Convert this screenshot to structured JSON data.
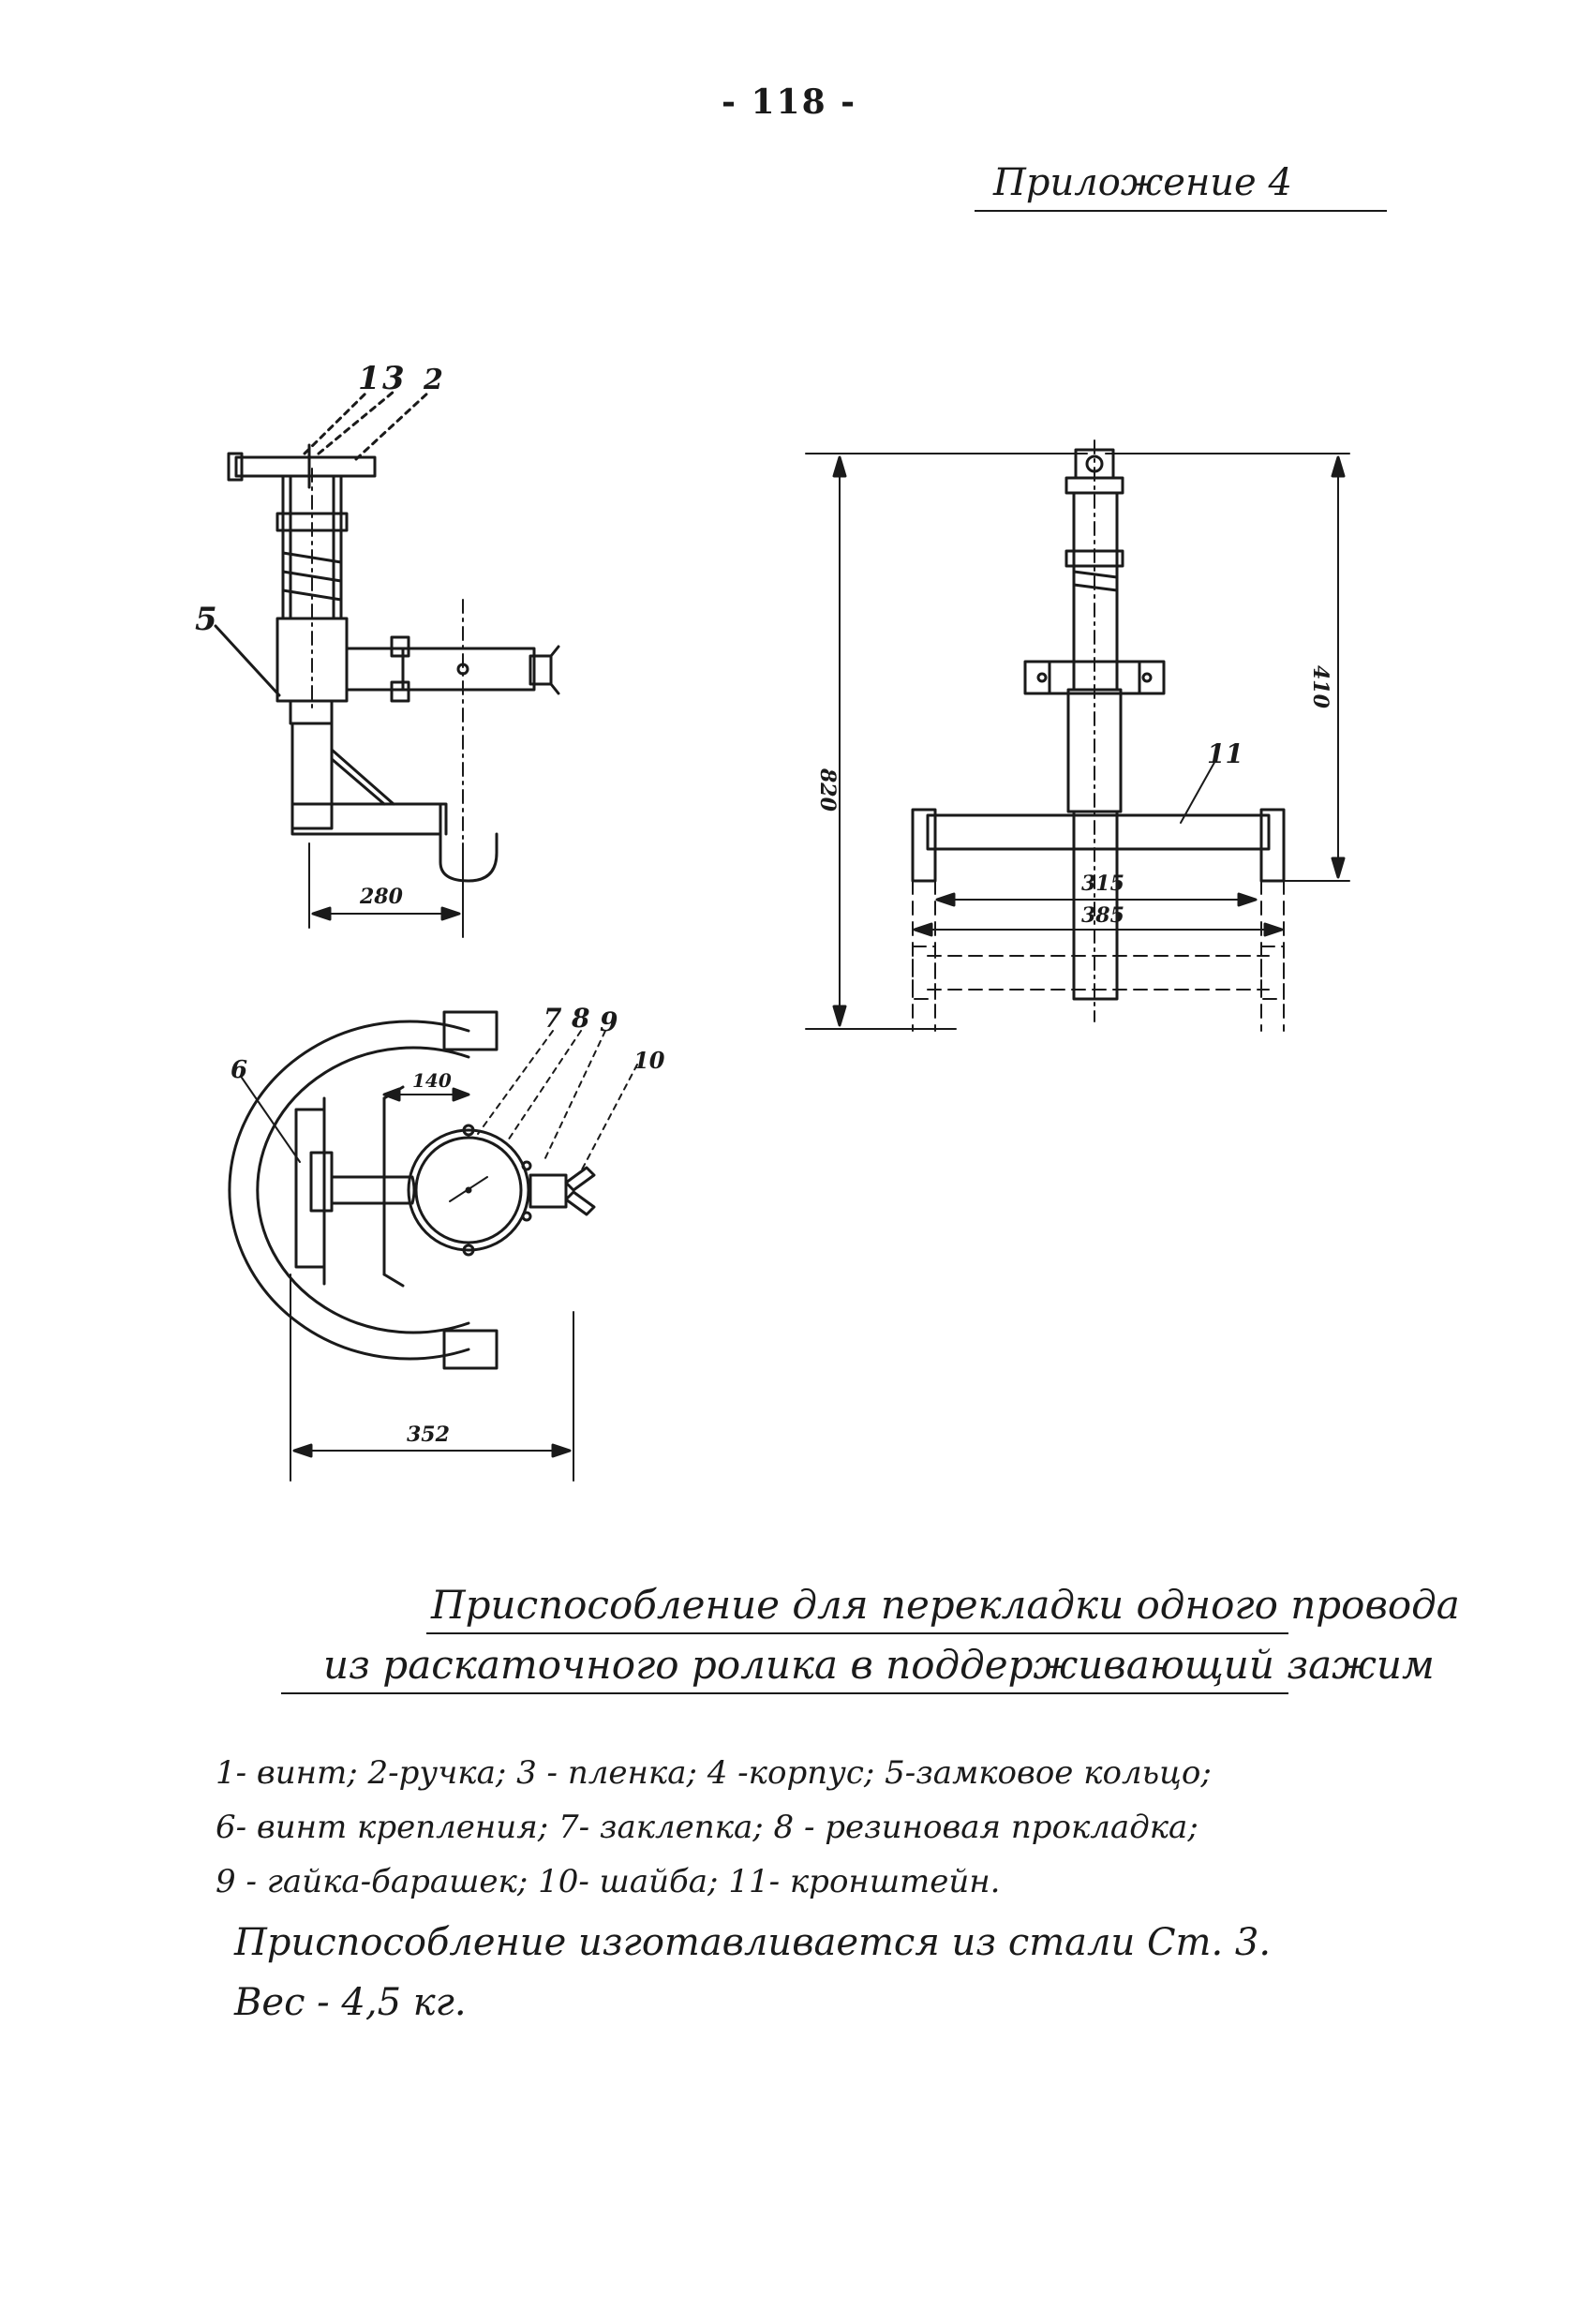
{
  "page": {
    "number": "- 118 -",
    "appendix": "Приложение 4"
  },
  "drawing_labels": {
    "side": {
      "n1": "1",
      "n3": "3",
      "n2": "2",
      "n5": "5",
      "dim_280": "280"
    },
    "front": {
      "dim_820": "820",
      "dim_410": "410",
      "n11": "11",
      "dim_315": "315",
      "dim_385": "385"
    },
    "plan": {
      "n6": "6",
      "n7": "7",
      "n8": "8",
      "n9": "9",
      "n10": "10",
      "dim_140": "140",
      "dim_352": "352"
    }
  },
  "caption": {
    "line1": "Приспособление для перекладки одного провода",
    "line2": "из раскаточного ролика в поддерживающий зажим"
  },
  "legend": {
    "line1": "1- винт; 2-ручка; 3 - пленка; 4 -корпус; 5-замковое кольцо;",
    "line2": "6- винт крепления; 7- заклепка; 8 - резиновая прокладка;",
    "line3": "9 - гайка-барашек; 10- шайба; 11- кронштейн."
  },
  "notes": {
    "material": "Приспособление изготавливается из стали Ст. 3.",
    "weight": "Вес - 4,5 кг."
  }
}
